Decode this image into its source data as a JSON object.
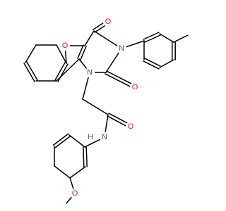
{
  "molecule": {
    "atoms": [
      {
        "id": "O1",
        "label": "O",
        "color": "#ff0d0d"
      },
      {
        "id": "O2",
        "label": "O",
        "color": "#ff0d0d"
      },
      {
        "id": "O3",
        "label": "O",
        "color": "#ff0d0d"
      },
      {
        "id": "N1",
        "label": "N",
        "color": "#3050f8"
      },
      {
        "id": "N2",
        "label": "N",
        "color": "#3050f8"
      },
      {
        "id": "O4",
        "label": "O",
        "color": "#ff0d0d"
      },
      {
        "id": "N3",
        "label": "N",
        "color": "#3050f8"
      },
      {
        "id": "H1",
        "label": "H",
        "color": "#3050f8"
      },
      {
        "id": "O5",
        "label": "O",
        "color": "#ff0d0d"
      }
    ]
  }
}
